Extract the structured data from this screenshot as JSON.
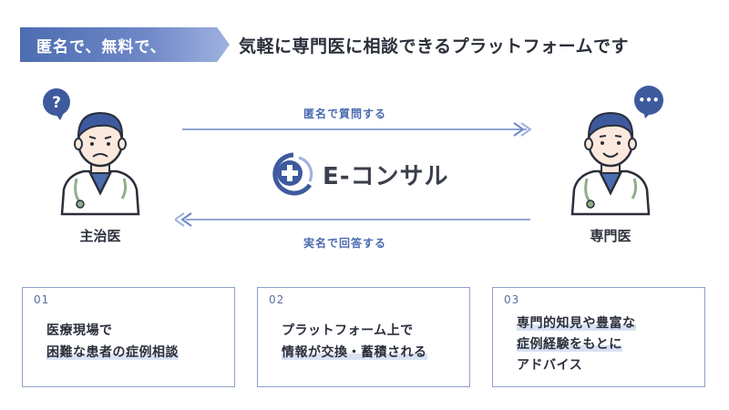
{
  "header": {
    "ribbon_text": "匿名で、無料で、",
    "tagline": "気軽に専門医に相談できるプラットフォームです"
  },
  "left_person": {
    "label": "主治医",
    "bubble": "?"
  },
  "right_person": {
    "label": "専門医",
    "bubble": "•••"
  },
  "arrows": {
    "top_label": "匿名で質問する",
    "bottom_label": "実名で回答する"
  },
  "logo": {
    "text": "E-コンサル"
  },
  "colors": {
    "primary": "#4b6db1",
    "accent": "#6f88c7",
    "highlight": "#d8e2f3"
  },
  "cards": [
    {
      "num": "01",
      "line1": "医療現場で",
      "line2": "困難な患者の症例相談",
      "line3": ""
    },
    {
      "num": "02",
      "line1": "プラットフォーム上で",
      "line2": "情報が交換・蓄積される",
      "line3": ""
    },
    {
      "num": "03",
      "line1": "専門的知見や豊富な",
      "line2": "症例経験をもとに",
      "line3": "アドバイス"
    }
  ]
}
